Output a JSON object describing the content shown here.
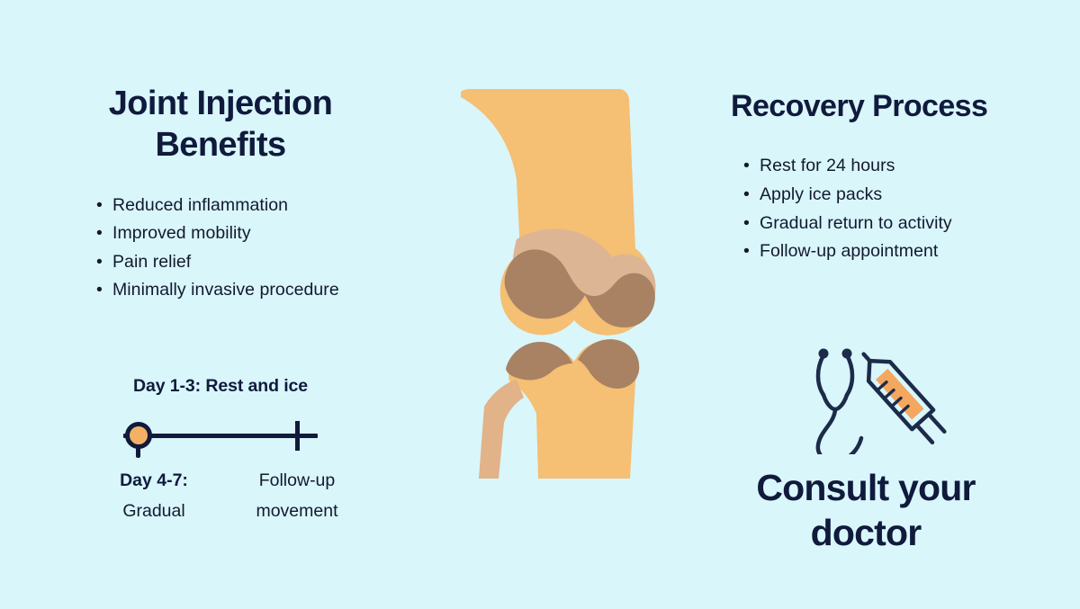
{
  "theme": {
    "background": "#d9f6fb",
    "heading_color": "#101a3c",
    "body_color": "#13192e",
    "accent_orange": "#f3b166",
    "bone_color": "#f5bf74",
    "cartilage_light": "#dcb595",
    "cartilage_dark": "#a88263",
    "fibula_color": "#e2b288",
    "icon_navy": "#1c2b4a"
  },
  "left_column": {
    "heading": "Joint Injection Benefits",
    "bullet_glyph": "•",
    "bullets": [
      "Reduced inflammation",
      "Improved mobility",
      "Pain relief",
      "Minimally invasive procedure"
    ]
  },
  "timeline": {
    "caption_top": "Day 1-3: Rest and ice",
    "label_left_bold": "Day 4-7:",
    "label_left_rest": "Gradual",
    "label_right_line1": "Follow-up",
    "label_right_line2": "movement",
    "marker_icon": "timeline-node-icon",
    "cross_icon": "timeline-cross-icon"
  },
  "right_column": {
    "heading": "Recovery Process",
    "bullet_glyph": "•",
    "bullets": [
      "Rest for 24 hours",
      "Apply ice packs",
      "Gradual return to activity",
      "Follow-up appointment"
    ]
  },
  "consult": {
    "heading": "Consult your doctor",
    "icon": "stethoscope-syringe-icon"
  },
  "illustration": {
    "name": "knee-joint-anatomy-illustration",
    "parts": [
      "femur",
      "femoral-cartilage",
      "joint-shadow",
      "tibia",
      "tibial-cartilage",
      "fibula"
    ]
  }
}
